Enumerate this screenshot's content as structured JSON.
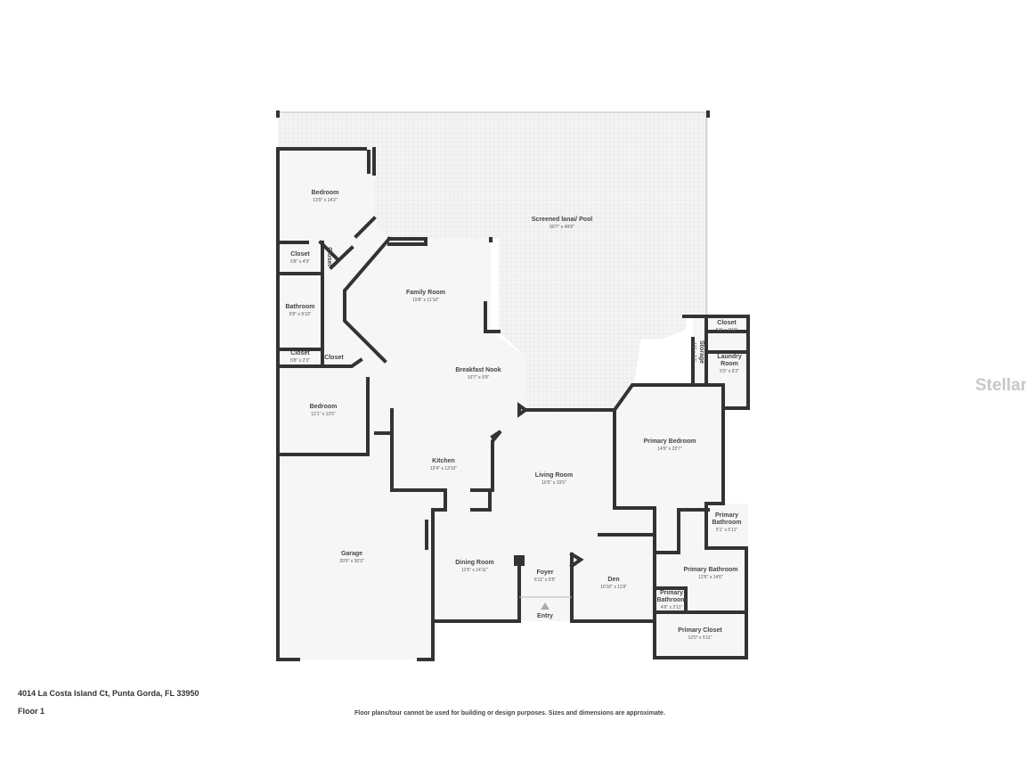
{
  "plan": {
    "rooms": [
      {
        "name": "Screened lanai/ Pool",
        "dims": "50'7\" x 49'8\""
      },
      {
        "name": "Bedroom",
        "dims": "13'9\" x 14'2\""
      },
      {
        "name": "Closet",
        "dims": "5'8\" x 4'9\""
      },
      {
        "name": "Closet",
        "dims": ""
      },
      {
        "name": "Bathroom",
        "dims": "5'8\" x 9'10\""
      },
      {
        "name": "Closet",
        "dims": "5'8\" x 2'3\""
      },
      {
        "name": "Closet",
        "dims": ""
      },
      {
        "name": "Bedroom",
        "dims": "12'1\" x 12'6\""
      },
      {
        "name": "Family Room",
        "dims": "19'8\" x 11'10\""
      },
      {
        "name": "Breakfast Nook",
        "dims": "10'7\" x 9'9\""
      },
      {
        "name": "Kitchen",
        "dims": "13'4\" x 13'10\""
      },
      {
        "name": "Living Room",
        "dims": "16'5\" x 19'5\""
      },
      {
        "name": "Garage",
        "dims": "20'9\" x 30'3\""
      },
      {
        "name": "Dining Room",
        "dims": "11'5\" x 14'11\""
      },
      {
        "name": "Foyer",
        "dims": "6'11\" x 5'5\""
      },
      {
        "name": "Den",
        "dims": "10'10\" x 11'8\""
      },
      {
        "name": "Primary Bedroom",
        "dims": "14'9\" x 23'7\""
      },
      {
        "name": "Closet",
        "dims": "5'3\" x 2'10\""
      },
      {
        "name": "Laundry Room",
        "dims": "5'3\" x 9'2\""
      },
      {
        "name": "Storage",
        "dims": "1'9\" x 7'7\""
      },
      {
        "name": "Primary Bathroom",
        "dims": "5'1\" x 5'11\""
      },
      {
        "name": "Primary Bathroom",
        "dims": "12'6\" x 14'6\""
      },
      {
        "name": "Primary Bathroom",
        "dims": "4'6\" x 2'11\""
      },
      {
        "name": "Primary Closet",
        "dims": "12'0\" x 5'11\""
      }
    ],
    "entry_label": "Entry"
  },
  "footer": {
    "address": "4014 La Costa Island Ct, Punta Gorda, FL 33950",
    "floor": "Floor 1",
    "disclaimer": "Floor plans/tour cannot be used for building or design purposes. Sizes and dimensions are approximate."
  },
  "watermark": "StellarMLS"
}
